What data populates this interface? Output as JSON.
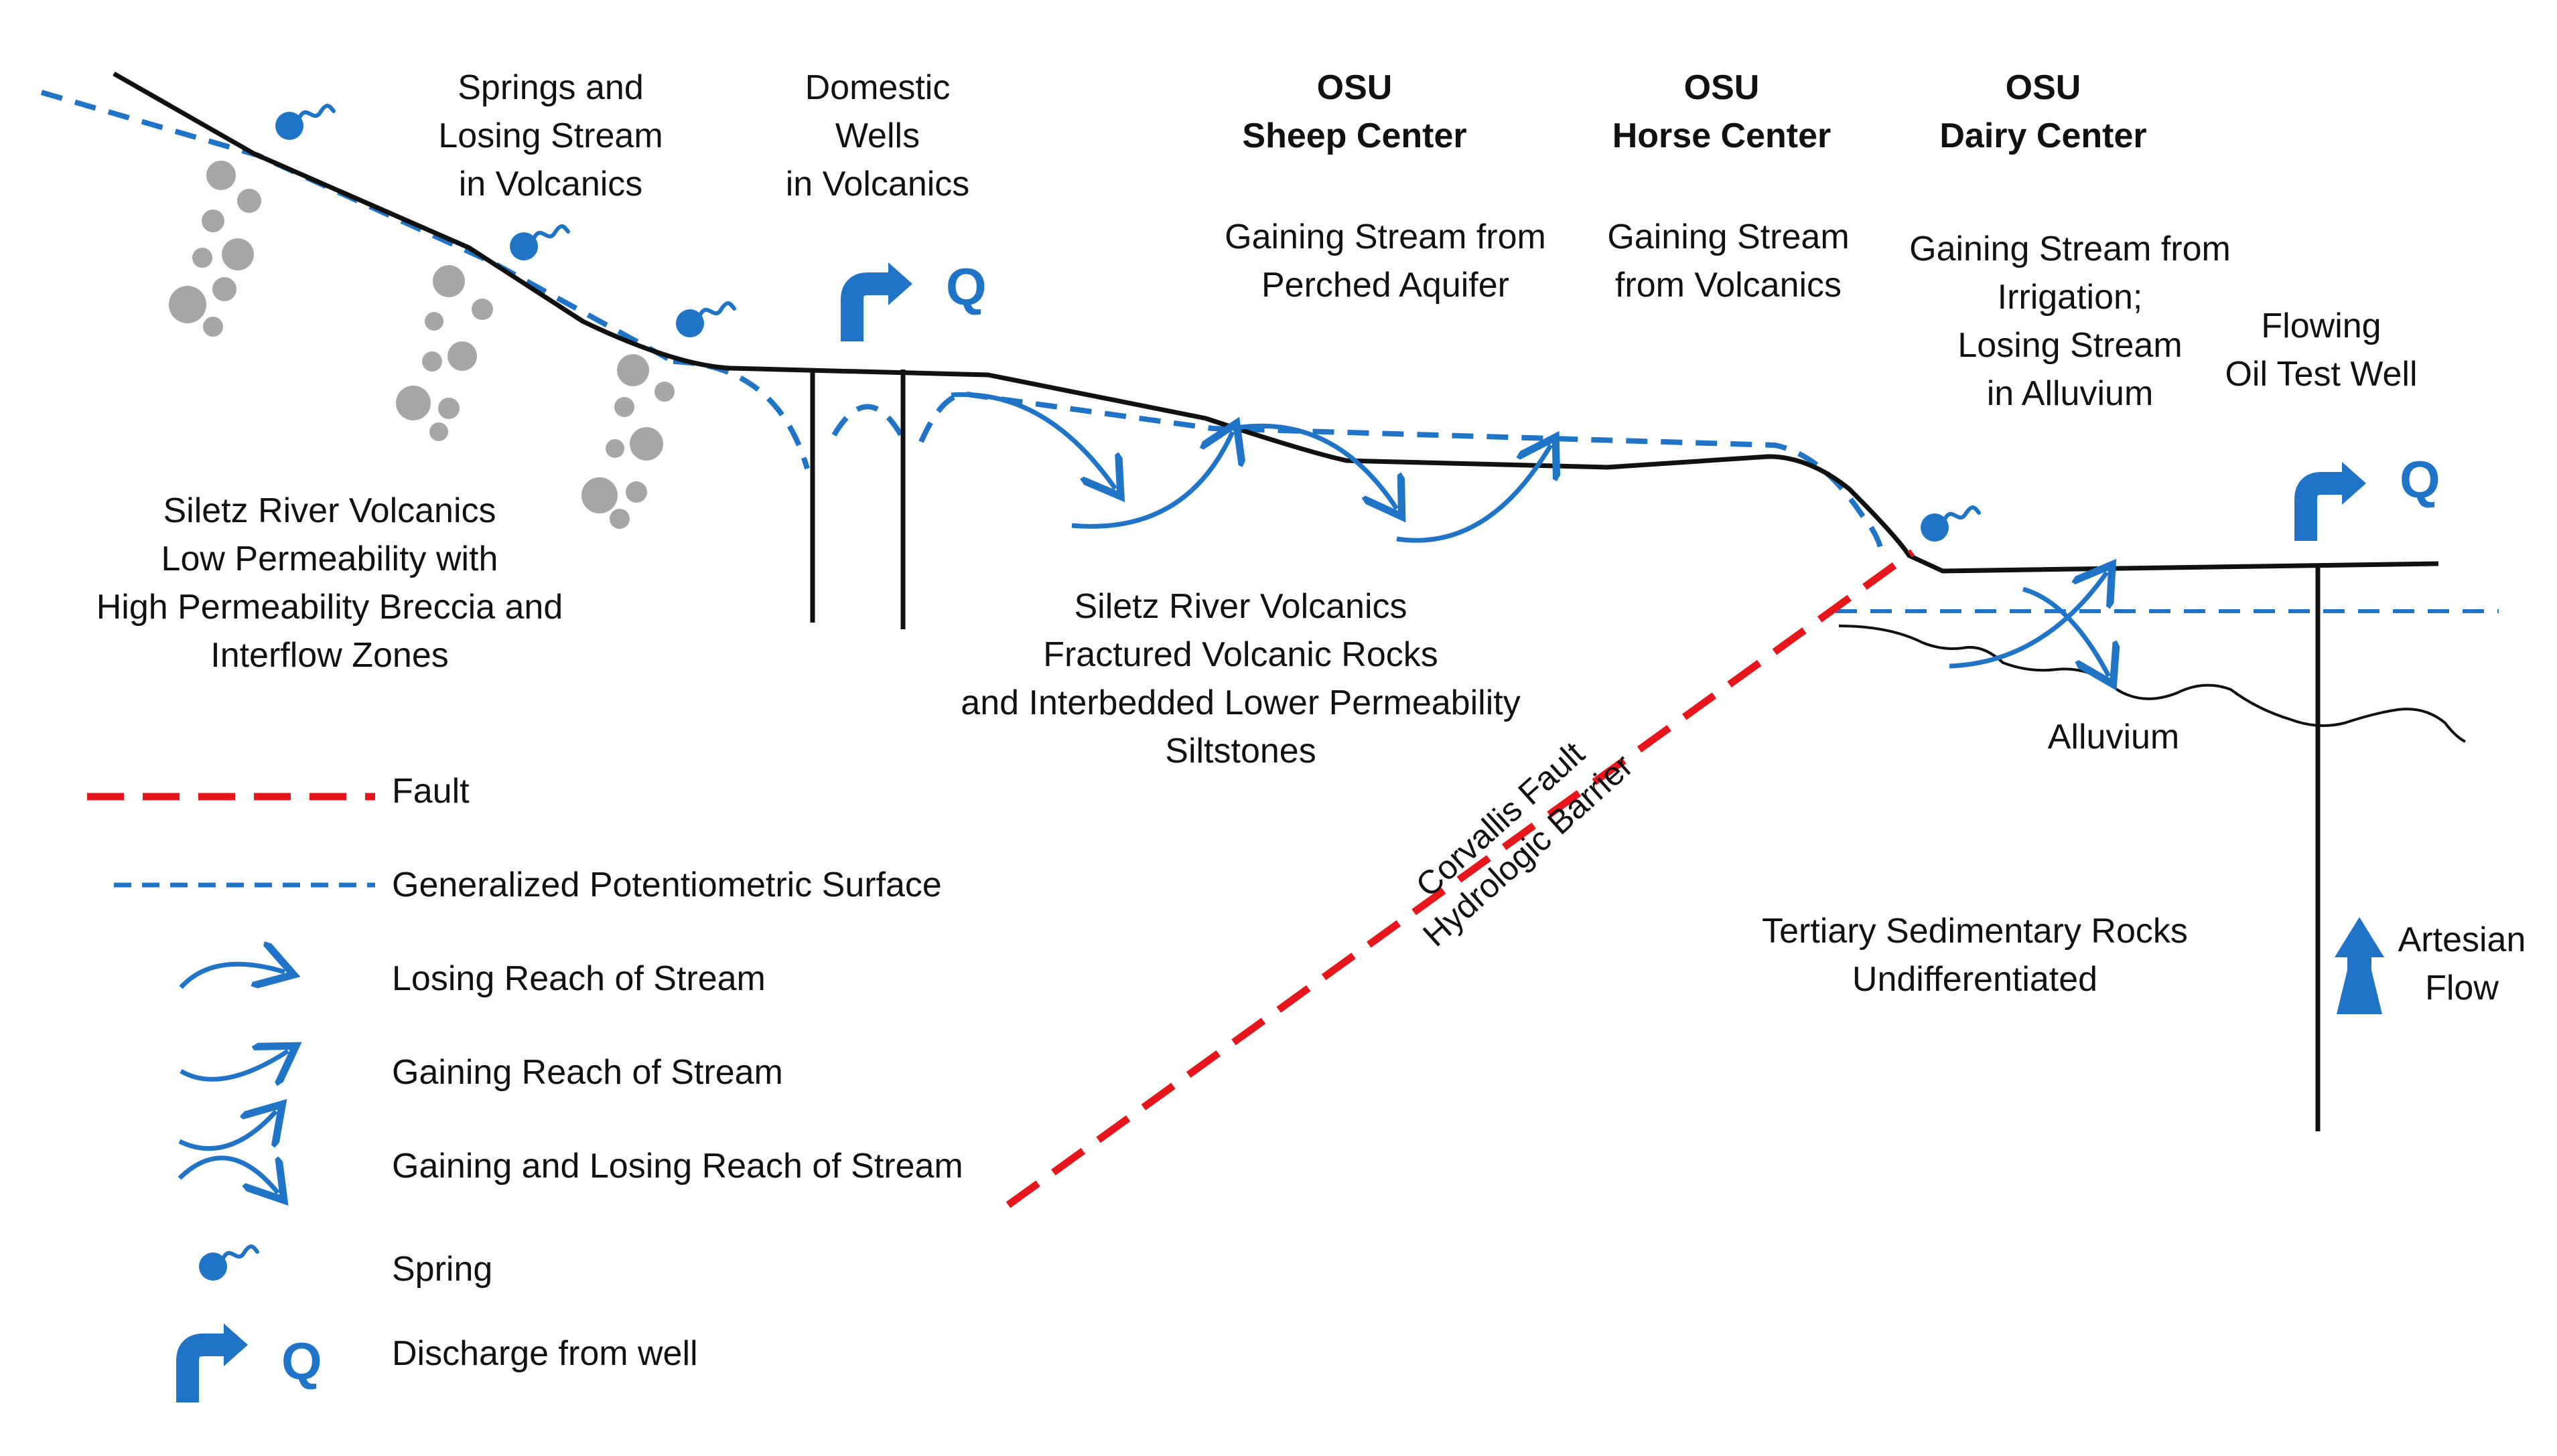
{
  "colors": {
    "stream_blue": "#1f74c7",
    "fault_red": "#e8161b",
    "ground_black": "#111111",
    "breccia_gray": "#a6a6a6"
  },
  "labels": {
    "springs": [
      "Springs and",
      "Losing Stream",
      "in Volcanics"
    ],
    "domestic": [
      "Domestic",
      "Wells",
      "in Volcanics"
    ],
    "sheep_title": [
      "OSU",
      "Sheep Center"
    ],
    "sheep_desc": [
      "Gaining Stream from",
      "Perched Aquifer"
    ],
    "horse_title": [
      "OSU",
      "Horse Center"
    ],
    "horse_desc": [
      "Gaining Stream",
      "from Volcanics"
    ],
    "dairy_title": [
      "OSU",
      "Dairy Center"
    ],
    "dairy_desc": [
      "Gaining Stream from",
      "Irrigation;",
      "Losing Stream",
      "in Alluvium"
    ],
    "flowing": [
      "Flowing",
      "Oil Test Well"
    ],
    "siletz_low": [
      "Siletz River Volcanics",
      "Low Permeability with",
      "High Permeability Breccia and",
      "Interflow Zones"
    ],
    "siletz_frac": [
      "Siletz River Volcanics",
      "Fractured Volcanic Rocks",
      "and Interbedded Lower Permeability",
      "Siltstones"
    ],
    "alluvium": "Alluvium",
    "tertiary": [
      "Tertiary Sedimentary Rocks",
      "Undifferentiated"
    ],
    "artesian": [
      "Artesian",
      "Flow"
    ],
    "fault_label": [
      "Corvallis Fault",
      "Hydrologic Barrier"
    ],
    "discharge_symbol": "Q"
  },
  "legend": {
    "fault": "Fault",
    "potentiometric": "Generalized Potentiometric Surface",
    "losing": "Losing Reach of Stream",
    "gaining": "Gaining Reach of Stream",
    "gaining_losing": "Gaining and Losing Reach of Stream",
    "spring": "Spring",
    "discharge": "Discharge from well"
  }
}
